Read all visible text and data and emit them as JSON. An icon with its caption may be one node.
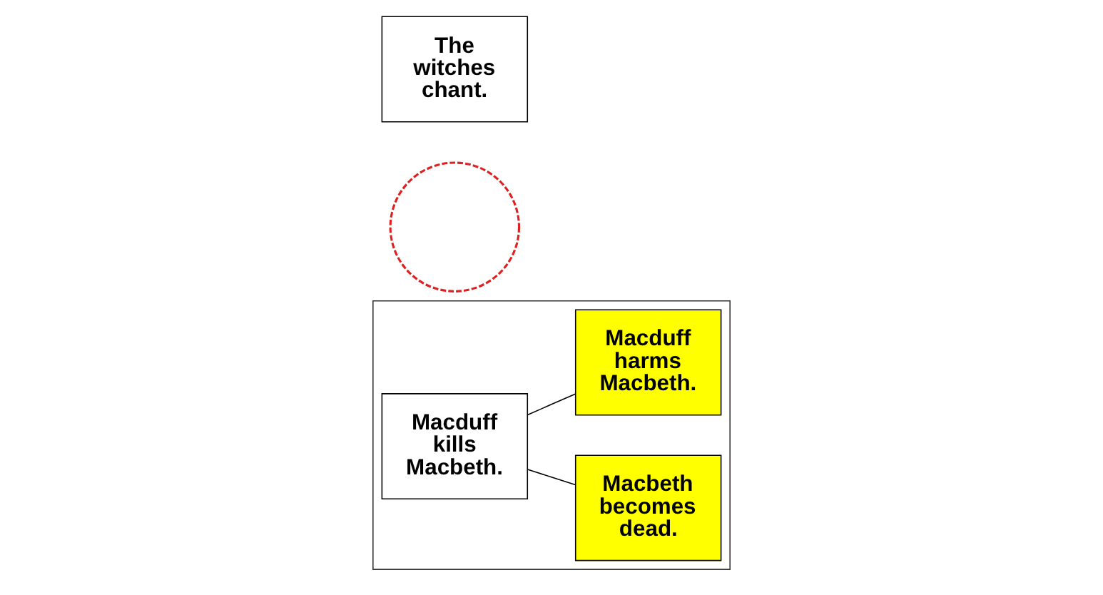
{
  "diagram": {
    "nodes": [
      {
        "text": [],
        "shape": "box"
      },
      {
        "text": [
          "Macduff kills Macbeth."
        ],
        "in": 0
      },
      {
        "text": [
          "Macbeth becomes dead."
        ],
        "in": 0
      },
      {
        "text": [
          "Macduff harms Macbeth."
        ],
        "in": 0
      },
      {
        "text": [],
        "shape": "circle"
      },
      {
        "text": [
          "The witches chant."
        ]
      }
    ],
    "edges": [
      {
        "from": 1,
        "to": 2,
        "arrow": "none"
      },
      {
        "from": 1,
        "to": 3,
        "arrow": "none"
      }
    ]
  }
}
